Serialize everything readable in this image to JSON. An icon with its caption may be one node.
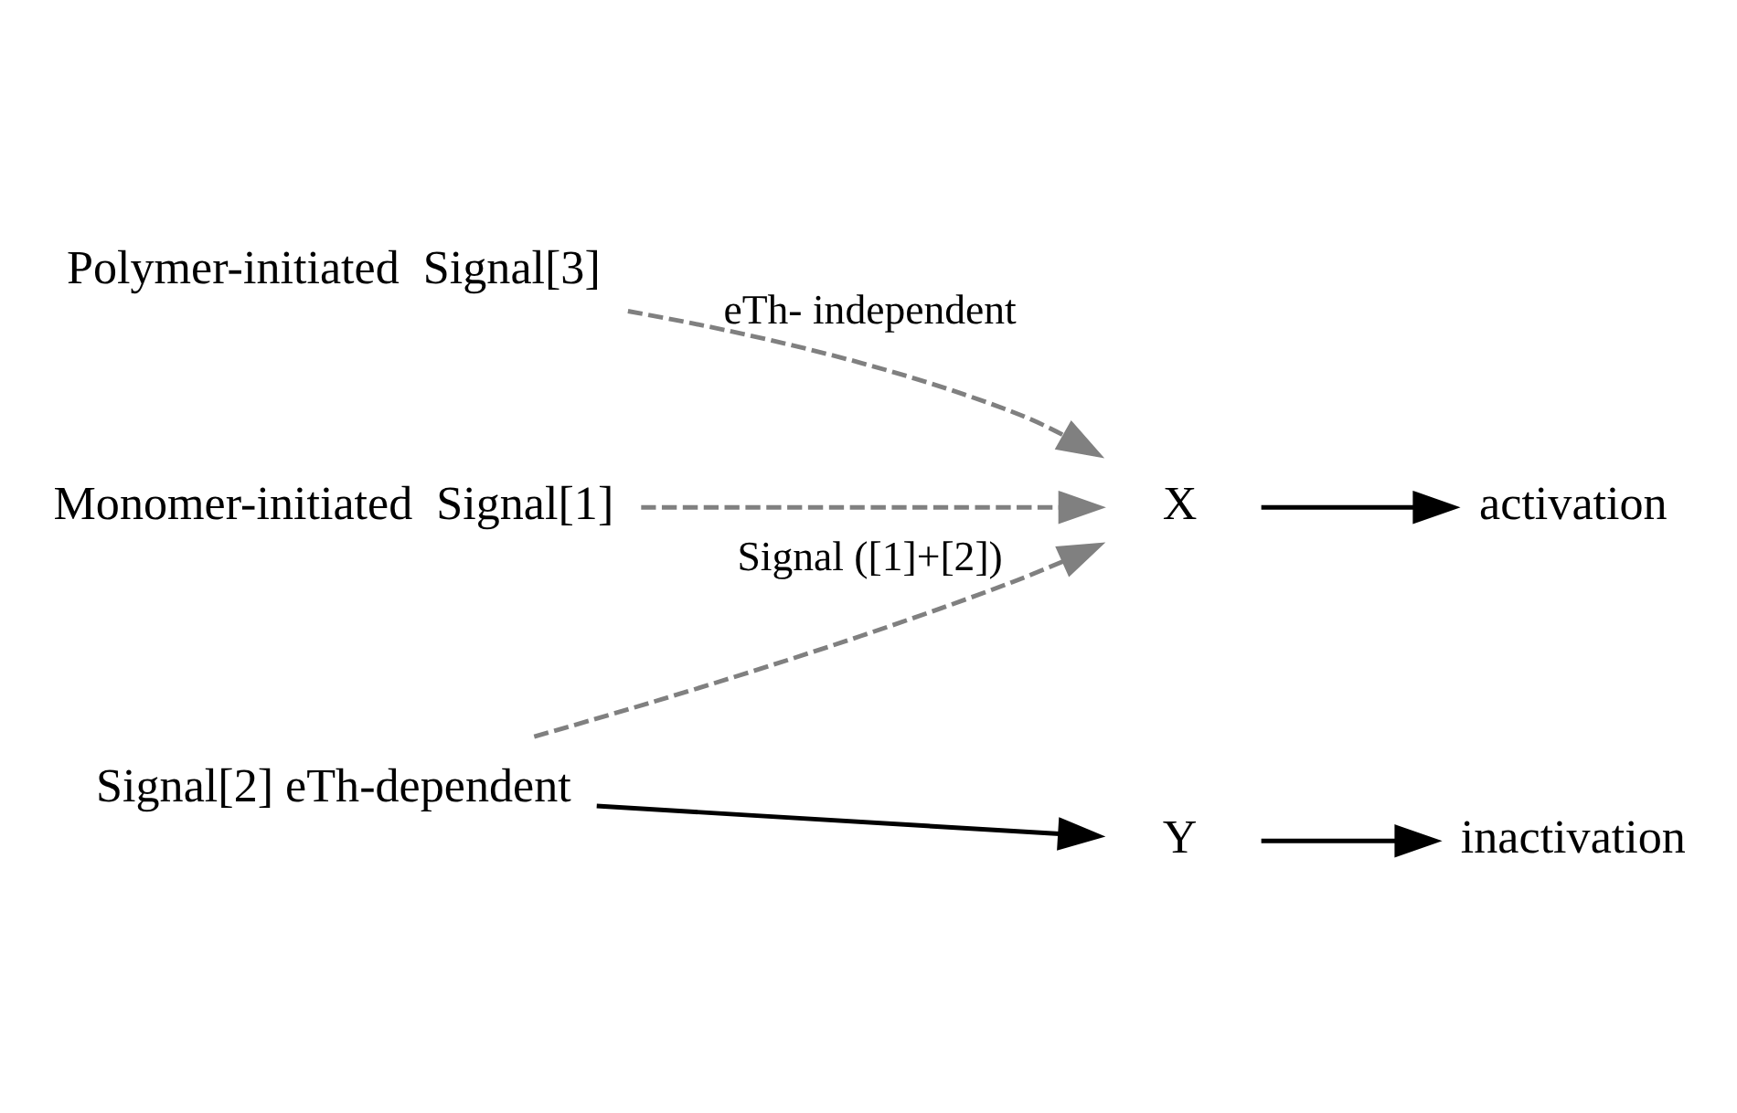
{
  "diagram": {
    "nodes": [
      {
        "text": [
          "Polymer-initiated  Signal[3]"
        ]
      },
      {
        "text": [
          "X"
        ]
      },
      {
        "text": [
          "activation"
        ]
      },
      {
        "text": [
          "Monomer-initiated  Signal[1]"
        ]
      },
      {
        "text": [
          "Signal[2] eTh-dependent"
        ]
      },
      {
        "text": [
          "Y"
        ]
      },
      {
        "text": [
          "inactivation"
        ]
      }
    ],
    "edges": [
      {
        "from": 0,
        "to": 1,
        "arrow": "to",
        "label": "eTh- independent",
        "style": "dashed",
        "color": "#808080"
      },
      {
        "from": 1,
        "to": 2,
        "arrow": "to",
        "color": "#000000"
      },
      {
        "from": 4,
        "to": 1,
        "arrow": "to",
        "label": "Signal ([1]+[2])",
        "style": "dashed",
        "color": "#808080"
      },
      {
        "from": 3,
        "to": 1,
        "arrow": "to",
        "style": "dashed",
        "color": "#808080"
      },
      {
        "from": 4,
        "to": 5,
        "arrow": "to",
        "color": "#000000"
      },
      {
        "from": 5,
        "to": 6,
        "arrow": "to",
        "color": "#000000"
      }
    ]
  }
}
